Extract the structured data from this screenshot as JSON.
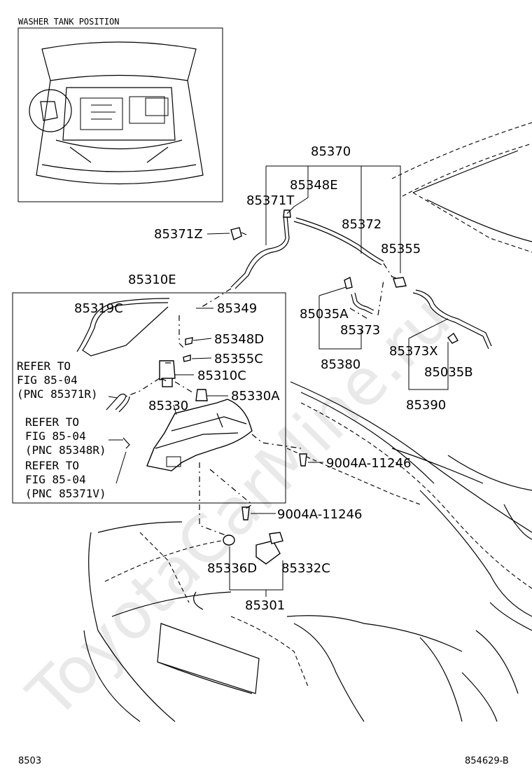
{
  "inset": {
    "title": "WASHER TANK POSITION"
  },
  "labels": {
    "p85370": "85370",
    "p85348E": "85348E",
    "p85371T": "85371T",
    "p85372": "85372",
    "p85371Z": "85371Z",
    "p85355": "85355",
    "p85310E": "85310E",
    "p85319C": "85319C",
    "p85349": "85349",
    "p85035A": "85035A",
    "p85373": "85373",
    "p85348D": "85348D",
    "p85355C": "85355C",
    "p85380": "85380",
    "p85373X": "85373X",
    "p85035B": "85035B",
    "p85310C": "85310C",
    "p85390": "85390",
    "p85330": "85330",
    "p85330A": "85330A",
    "p9004A_1": "9004A-11246",
    "p9004A_2": "9004A-11246",
    "p85336D": "85336D",
    "p85332C": "85332C",
    "p85301": "85301"
  },
  "refs": {
    "r1": [
      "REFER TO",
      "FIG 85-04",
      "(PNC 85371R)"
    ],
    "r2": [
      "REFER TO",
      "FIG 85-04",
      "(PNC 85348R)"
    ],
    "r3": [
      "REFER TO",
      "FIG 85-04",
      "(PNC 85371V)"
    ]
  },
  "footer": {
    "left": "8503",
    "right": "854629-B"
  },
  "watermark": "ToyotaCarMine.ru"
}
